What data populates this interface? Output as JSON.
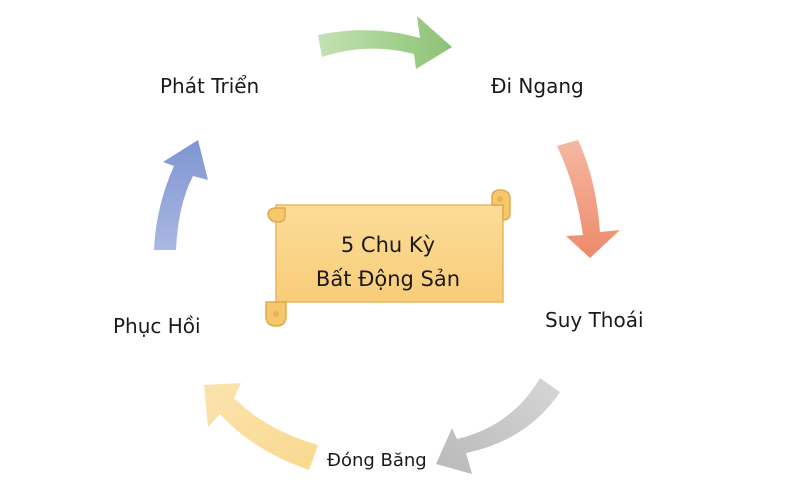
{
  "center": {
    "line1": "5 Chu Kỳ",
    "line2": "Bất Động Sản"
  },
  "stages": [
    {
      "id": "phat-trien",
      "label": "Phát Triển"
    },
    {
      "id": "di-ngang",
      "label": "Đi Ngang"
    },
    {
      "id": "suy-thoai",
      "label": "Suy Thoái"
    },
    {
      "id": "dong-bang",
      "label": "Đóng Băng"
    },
    {
      "id": "phuc-hoi",
      "label": "Phục Hồi"
    }
  ],
  "colors": {
    "arrow_green": "#9fcc8a",
    "arrow_orange": "#f09a7e",
    "arrow_gray": "#c8c8c8",
    "arrow_yellow": "#f8d88a",
    "arrow_blue": "#8fa4d8",
    "scroll_fill": "#fbd58a",
    "scroll_edge": "#e7b65f"
  }
}
